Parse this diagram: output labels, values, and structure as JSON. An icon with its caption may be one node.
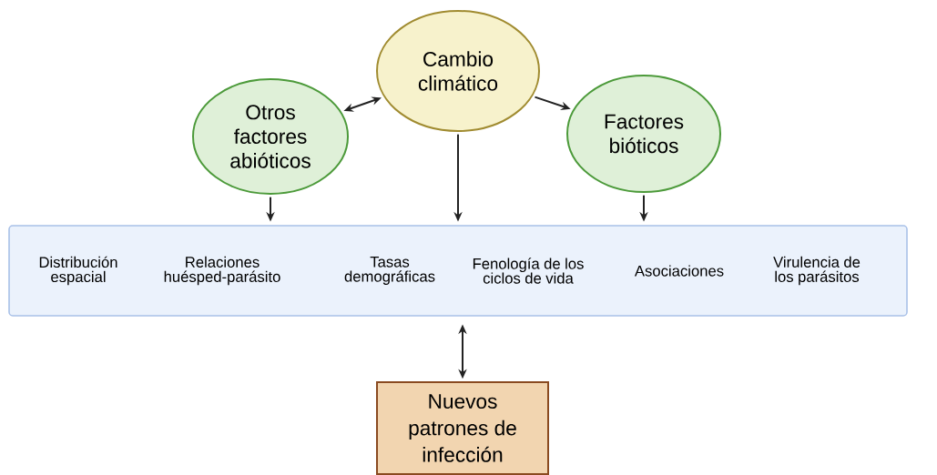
{
  "diagram": {
    "nodes": [
      {
        "text": [
          "Cambio climático"
        ]
      },
      {
        "text": [
          "Otros factores abióticos"
        ]
      },
      {
        "text": [
          "Factores bióticos"
        ]
      },
      {
        "text": [
          "Distribución espacial",
          "Relaciones huésped-parásito",
          "Tasas demográficas",
          "Fenología de los ciclos de vida",
          "Asociaciones",
          "Virulencia de los parásitos"
        ]
      },
      {
        "text": [
          "Nuevos patrones de infección"
        ]
      }
    ],
    "edges": [
      {
        "from": 0,
        "to": 1,
        "arrow": "both"
      },
      {
        "from": 0,
        "to": 2,
        "arrow": "to"
      },
      {
        "from": 0,
        "to": 3,
        "arrow": "to"
      },
      {
        "from": 1,
        "to": 3,
        "arrow": "to"
      },
      {
        "from": 2,
        "to": 3,
        "arrow": "to"
      },
      {
        "from": 3,
        "to": 4,
        "arrow": "both"
      }
    ]
  }
}
